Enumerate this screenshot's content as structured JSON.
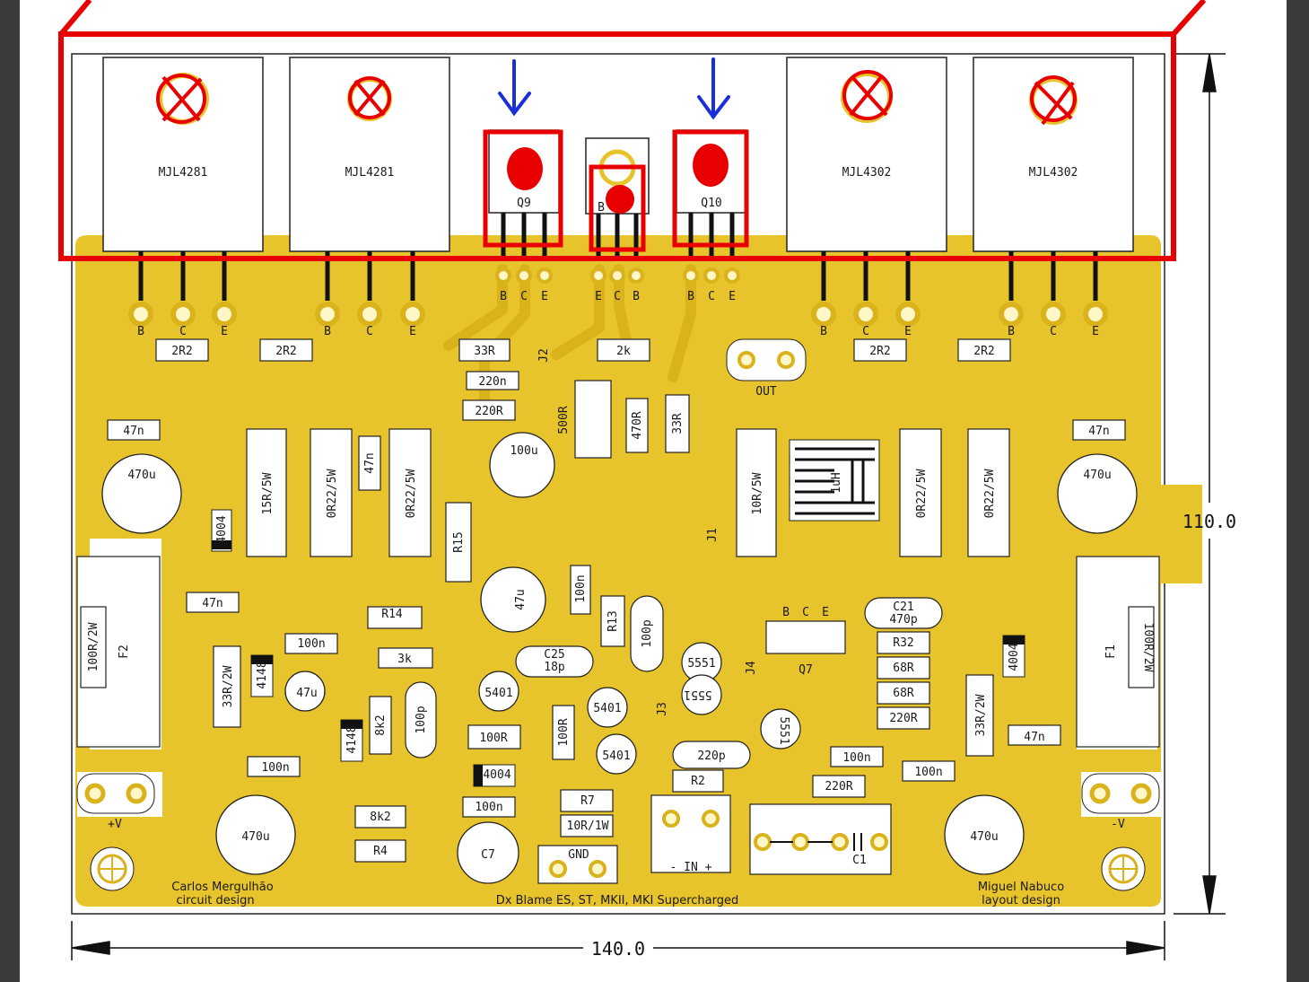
{
  "board": {
    "transistors_top": [
      {
        "id": "q-left-1",
        "label": "MJL4281"
      },
      {
        "id": "q-left-2",
        "label": "MJL4281"
      },
      {
        "id": "q9",
        "label": "Q9"
      },
      {
        "id": "q-bias",
        "label": "B"
      },
      {
        "id": "q10",
        "label": "Q10"
      },
      {
        "id": "q-right-1",
        "label": "MJL4302"
      },
      {
        "id": "q-right-2",
        "label": "MJL4302"
      }
    ],
    "pin_labels_top": [
      "B",
      "C",
      "E",
      "E",
      "C",
      "B",
      "B",
      "C",
      "E"
    ],
    "pin_labels_power": [
      "B",
      "C",
      "E",
      "B",
      "C",
      "E",
      "B",
      "C",
      "E",
      "B",
      "C",
      "E"
    ],
    "resistor_labels": {
      "r2r2_1": "2R2",
      "r2r2_2": "2R2",
      "r2r2_3": "2R2",
      "r2r2_4": "2R2",
      "r33r": "33R",
      "r220n": "220n",
      "r220r": "220R",
      "r2k": "2k",
      "r500r": "500R",
      "r470r": "470R",
      "r33r_v": "33R",
      "j2": "J2",
      "r15r5w": "15R/5W",
      "r0r22_1": "0R22/5W",
      "r0r22_2": "0R22/5W",
      "r10r5w": "10R/5W",
      "l1uh": "1uH",
      "r0r22_3": "0R22/5W",
      "r0r22_4": "0R22/5W",
      "r15": "R15",
      "j1": "J1",
      "r14": "R14",
      "r13": "R13",
      "r3k": "3k",
      "r100n_a": "100n",
      "r100n_b": "100n",
      "r100r_mid": "100R",
      "r100r_v": "100R",
      "r8k2_v": "8k2",
      "r8k2_h": "8k2",
      "r4": "R4",
      "r7": "R7",
      "r10r1w": "10R/1W",
      "r2": "R2",
      "r33r2w_l": "33R/2W",
      "r33r2w_r": "33R/2W",
      "r100r2w_l": "100R/2W",
      "r100r2w_r": "100R/2W",
      "r32": "R32",
      "r68r_1": "68R",
      "r68r_2": "68R",
      "r220r_r": "220R",
      "r220r_low": "220R"
    },
    "cap_labels": {
      "c47n_l": "47n",
      "c47n_r": "47n",
      "c470u_l": "470u",
      "c470u_r": "470u",
      "c47n_v": "47n",
      "c100u": "100u",
      "c47n_mid": "47n",
      "c47u": "47u",
      "c100n_v": "100n",
      "c47u_small": "47u",
      "c100p_a": "100p",
      "c100p_b": "100p",
      "c25": "C25",
      "c25v": "18p",
      "c21": "C21",
      "c21v": "470p",
      "c220p": "220p",
      "c100n_r": "100n",
      "c100n_r2": "100n",
      "c47n_r2": "47n",
      "c470u_bl": "470u",
      "c470u_br": "470u",
      "c7": "C7",
      "c1": "C1",
      "c100n_bot": "100n",
      "c100n_low": "100n"
    },
    "diode_labels": [
      "4004",
      "4148",
      "4148",
      "4004",
      "4004"
    ],
    "small_transistors": [
      "5551",
      "5551",
      "5401",
      "5401",
      "5401",
      "5551",
      "Q7"
    ],
    "fuses": [
      "F2",
      "F1"
    ],
    "q7_pins": [
      "B",
      "C",
      "E"
    ],
    "jumpers": [
      "J3",
      "J4"
    ],
    "connectors": {
      "out": "OUT",
      "vplus": "+V",
      "vminus": "-V",
      "gnd": "GND",
      "in": "- IN +"
    },
    "credits": {
      "left_line1": "Carlos Mergulhão",
      "left_line2": "circuit design",
      "center": "Dx Blame ES, ST, MKII, MKI Supercharged",
      "right_line1": "Miguel Nabuco",
      "right_line2": "layout design"
    },
    "dimensions": {
      "width_label": "140.0",
      "height_label": "110.0"
    },
    "colors": {
      "copper": "#e8c42c",
      "pad_fill": "#fff7c8",
      "trace": "#e8c42c",
      "board_bg": "#ffffff",
      "annotation_red": "#e80000",
      "arrow_blue": "#1a2fd8"
    }
  }
}
